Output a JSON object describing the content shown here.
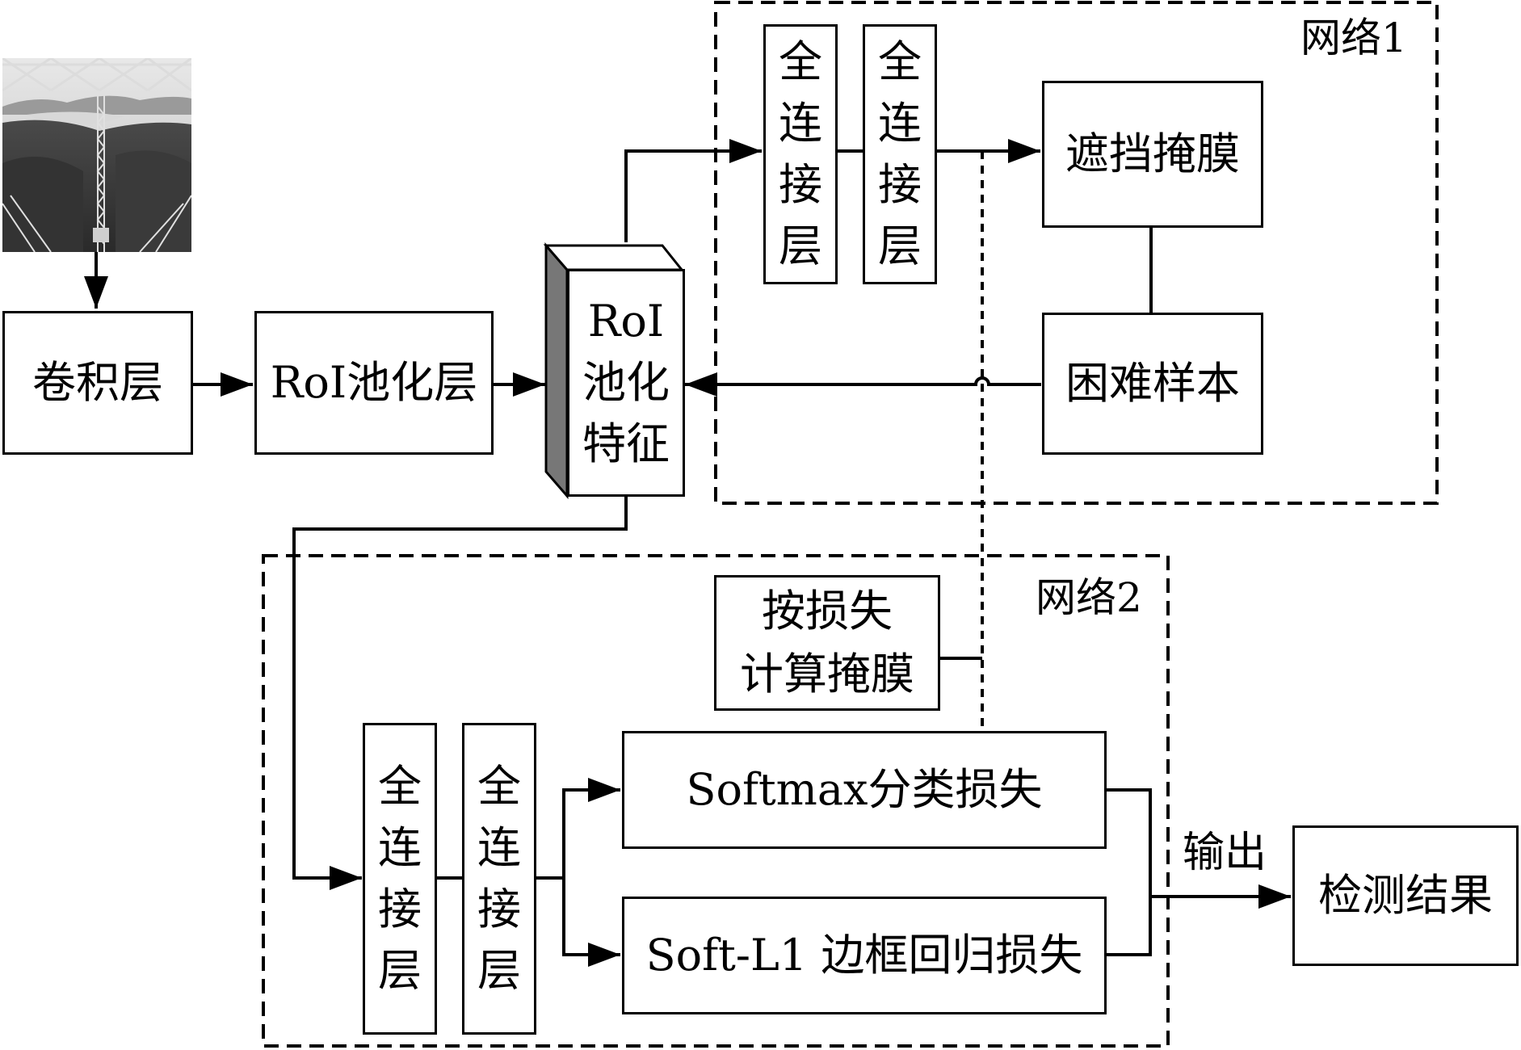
{
  "network1": {
    "label": "网络1"
  },
  "network2": {
    "label": "网络2"
  },
  "conv_layer": "卷积层",
  "roi_pool_layer": "RoI池化层",
  "roi_features": {
    "line1": "RoI",
    "line2": "池化",
    "line3": "特征"
  },
  "fc_chars": [
    "全",
    "连",
    "接",
    "层"
  ],
  "occlusion_mask": "遮挡掩膜",
  "hard_samples": "困难样本",
  "loss_mask": {
    "line1": "按损失",
    "line2": "计算掩膜"
  },
  "softmax_loss": "Softmax分类损失",
  "softl1_loss": "Soft-L1 边框回归损失",
  "output_label": "输出",
  "detection_result": "检测结果",
  "input_image": {
    "icon": "transmission-tower-photo"
  }
}
